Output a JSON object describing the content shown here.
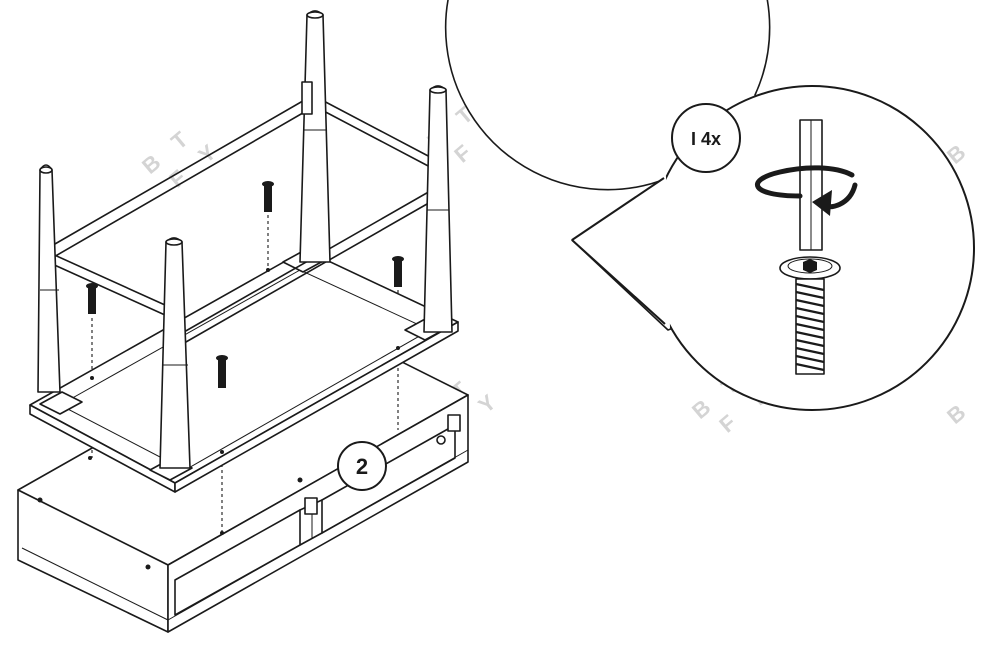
{
  "step_label": "2",
  "callout_label": "I 4x",
  "watermark_letters": [
    "B",
    "T",
    "F",
    "Y"
  ]
}
